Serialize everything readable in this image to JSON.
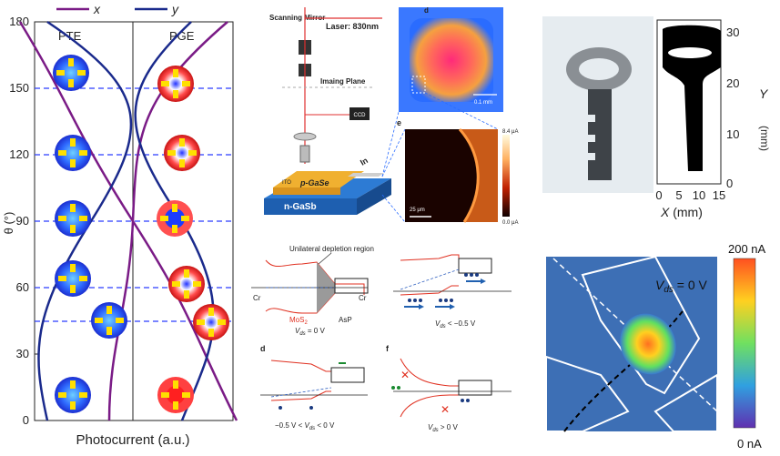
{
  "panel_a": {
    "legend": {
      "x_label": "x",
      "y_label": "y",
      "x_color": "#7a1b86",
      "y_color": "#1a2a8c"
    },
    "col_left": "PTE",
    "col_right": "PGE",
    "y_axis_label": "θ (°)",
    "x_axis_label": "Photocurrent (a.u.)",
    "y_ticks": [
      "0",
      "30",
      "60",
      "90",
      "120",
      "150",
      "180"
    ],
    "dashed_angles": [
      45,
      60,
      90,
      120,
      150
    ]
  },
  "panel_b": {
    "scanning_mirror": "Scanning Mirror",
    "laser": "Laser: 830nm",
    "imaging_plane": "Imaing Plane",
    "ccd": "CCD",
    "ito": "ITO",
    "p_gase": "p-GaSe",
    "n_gasb": "n-GaSb",
    "in_contact": "In",
    "label_d": "d",
    "label_e": "e",
    "scale_d": "0.1 mm",
    "scale_e": "25 μm",
    "cbar_top": "8.4 μA",
    "cbar_bottom": "0.0 μA"
  },
  "panel_c": {
    "depletion": "Unilateral depletion region",
    "cr_left": "Cr",
    "cr_right": "Cr",
    "mos2": "MoS",
    "mos2_sub": "2",
    "asp": "AsP",
    "v_a": "V",
    "v_a_sub": "ds",
    "v_a_rest": " = 0 V",
    "v_b_rest": " < −0.5 V",
    "label_d": "d",
    "label_f": "f",
    "v_d_pre": "−0.5 V < ",
    "v_d_rest": " < 0 V",
    "v_f_rest": " > 0 V"
  },
  "panel_d": {
    "y_axis": "Y",
    "y_unit": "(mm)",
    "x_axis": "X",
    "x_unit": " (mm)",
    "y_ticks": [
      "0",
      "10",
      "20",
      "30"
    ],
    "x_ticks": [
      "0",
      "5",
      "10",
      "15"
    ]
  },
  "panel_e": {
    "v_label": "V",
    "v_sub": "ds",
    "v_rest": " = 0 V",
    "cbar_top": "200 nA",
    "cbar_bottom": "0 nA"
  }
}
